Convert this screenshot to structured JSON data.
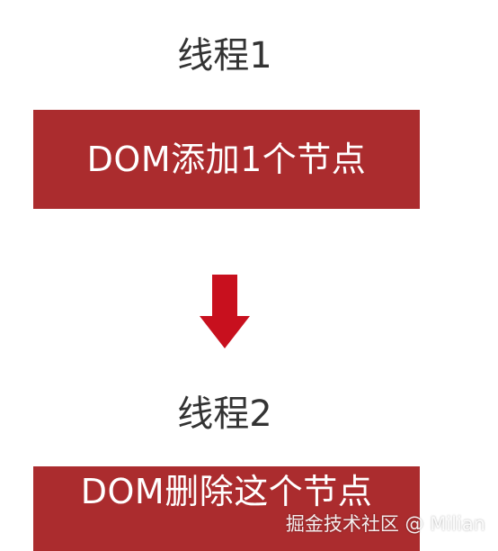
{
  "diagram": {
    "thread1_label": "线程1",
    "action1": "DOM添加1个节点",
    "thread2_label": "线程2",
    "action2": "DOM删除这个节点",
    "arrow_icon": "arrow-down-icon"
  },
  "watermark": "掘金技术社区 @ Milian",
  "colors": {
    "box": "#ab2c2e",
    "arrow": "#c8101e",
    "label_text": "#333333"
  }
}
